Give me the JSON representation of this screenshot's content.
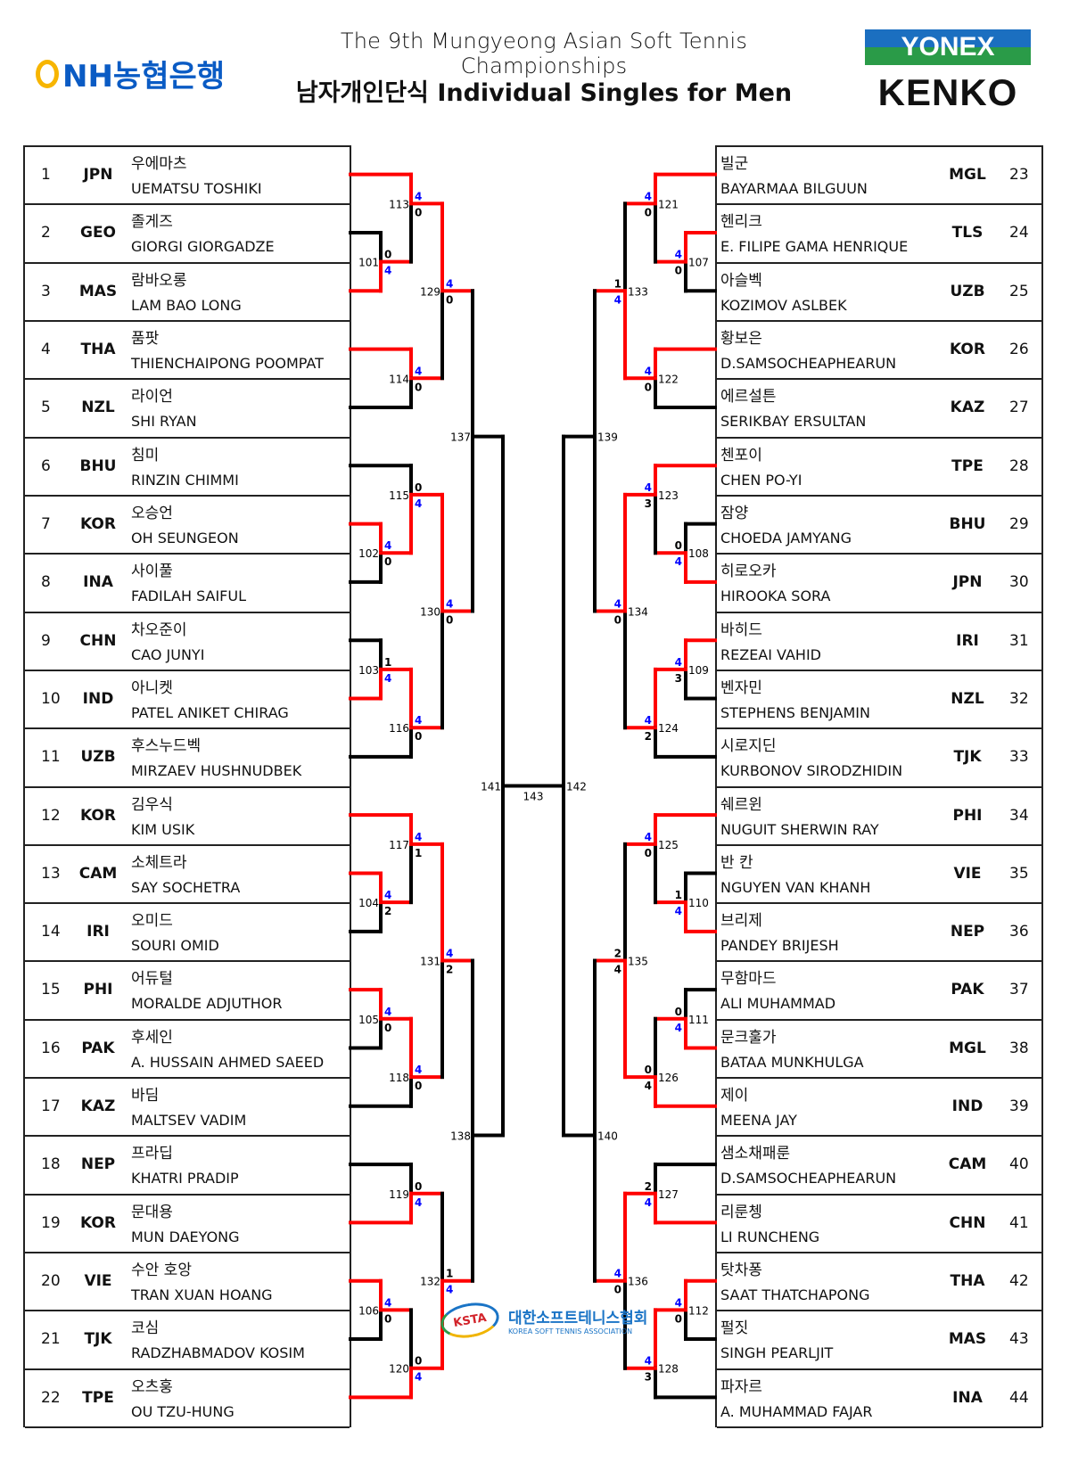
{
  "header": {
    "title_en": "The 9th Mungyeong Asian Soft Tennis Championships",
    "event_kr": "남자개인단식",
    "event_en": "Individual Singles for Men"
  },
  "sponsors": {
    "nh": "NH농협은행",
    "yonex": "YONEX",
    "kenko": "KENKO",
    "ksta_mark": "KSTA",
    "ksta_kr": "대한소프트테니스협회",
    "ksta_en": "KOREA SOFT TENNIS ASSOCIATION"
  },
  "colors": {
    "win_line": "#ff0000",
    "line": "#000000",
    "win_score": "#0000ff",
    "score": "#000000"
  },
  "players": [
    {
      "no": "1",
      "country": "JPN",
      "name_kr": "우에마츠",
      "name_en": "UEMATSU TOSHIKI"
    },
    {
      "no": "2",
      "country": "GEO",
      "name_kr": "졸게즈",
      "name_en": "GIORGI GIORGADZE"
    },
    {
      "no": "3",
      "country": "MAS",
      "name_kr": "람바오롱",
      "name_en": "LAM BAO LONG"
    },
    {
      "no": "4",
      "country": "THA",
      "name_kr": "품팟",
      "name_en": "THIENCHAIPONG POOMPAT"
    },
    {
      "no": "5",
      "country": "NZL",
      "name_kr": "라이언",
      "name_en": "SHI RYAN"
    },
    {
      "no": "6",
      "country": "BHU",
      "name_kr": "침미",
      "name_en": "RINZIN CHIMMI"
    },
    {
      "no": "7",
      "country": "KOR",
      "name_kr": "오승언",
      "name_en": "OH SEUNGEON"
    },
    {
      "no": "8",
      "country": "INA",
      "name_kr": "사이풀",
      "name_en": "FADILAH SAIFUL"
    },
    {
      "no": "9",
      "country": "CHN",
      "name_kr": "차오준이",
      "name_en": "CAO JUNYI"
    },
    {
      "no": "10",
      "country": "IND",
      "name_kr": "아니켓",
      "name_en": "PATEL ANIKET CHIRAG"
    },
    {
      "no": "11",
      "country": "UZB",
      "name_kr": "후스누드벡",
      "name_en": "MIRZAEV HUSHNUDBEK"
    },
    {
      "no": "12",
      "country": "KOR",
      "name_kr": "김우식",
      "name_en": "KIM USIK"
    },
    {
      "no": "13",
      "country": "CAM",
      "name_kr": "소체트라",
      "name_en": "SAY SOCHETRA"
    },
    {
      "no": "14",
      "country": "IRI",
      "name_kr": "오미드",
      "name_en": "SOURI OMID"
    },
    {
      "no": "15",
      "country": "PHI",
      "name_kr": "어듀털",
      "name_en": "MORALDE ADJUTHOR"
    },
    {
      "no": "16",
      "country": "PAK",
      "name_kr": "후세인",
      "name_en": "A. HUSSAIN AHMED SAEED"
    },
    {
      "no": "17",
      "country": "KAZ",
      "name_kr": "바딤",
      "name_en": "MALTSEV VADIM"
    },
    {
      "no": "18",
      "country": "NEP",
      "name_kr": "프라딥",
      "name_en": "KHATRI PRADIP"
    },
    {
      "no": "19",
      "country": "KOR",
      "name_kr": "문대용",
      "name_en": "MUN DAEYONG"
    },
    {
      "no": "20",
      "country": "VIE",
      "name_kr": "수안 호앙",
      "name_en": "TRAN XUAN HOANG"
    },
    {
      "no": "21",
      "country": "TJK",
      "name_kr": "코심",
      "name_en": "RADZHABMADOV KOSIM"
    },
    {
      "no": "22",
      "country": "TPE",
      "name_kr": "오츠훙",
      "name_en": "OU TZU-HUNG"
    },
    {
      "no": "23",
      "country": "MGL",
      "name_kr": "빌군",
      "name_en": "BAYARMAA BILGUUN"
    },
    {
      "no": "24",
      "country": "TLS",
      "name_kr": "헨리크",
      "name_en": "E. FILIPE GAMA HENRIQUE"
    },
    {
      "no": "25",
      "country": "UZB",
      "name_kr": "아슬벡",
      "name_en": "KOZIMOV ASLBEK"
    },
    {
      "no": "26",
      "country": "KOR",
      "name_kr": "황보은",
      "name_en": "D.SAMSOCHEAPHEARUN"
    },
    {
      "no": "27",
      "country": "KAZ",
      "name_kr": "에르설튼",
      "name_en": "SERIKBAY ERSULTAN"
    },
    {
      "no": "28",
      "country": "TPE",
      "name_kr": "첸포이",
      "name_en": "CHEN PO-YI"
    },
    {
      "no": "29",
      "country": "BHU",
      "name_kr": "잠양",
      "name_en": "CHOEDA JAMYANG"
    },
    {
      "no": "30",
      "country": "JPN",
      "name_kr": "히로오카",
      "name_en": "HIROOKA SORA"
    },
    {
      "no": "31",
      "country": "IRI",
      "name_kr": "바히드",
      "name_en": "REZEAI VAHID"
    },
    {
      "no": "32",
      "country": "NZL",
      "name_kr": "벤자민",
      "name_en": "STEPHENS BENJAMIN"
    },
    {
      "no": "33",
      "country": "TJK",
      "name_kr": "시로지딘",
      "name_en": "KURBONOV SIRODZHIDIN"
    },
    {
      "no": "34",
      "country": "PHI",
      "name_kr": "쉐르윈",
      "name_en": "NUGUIT SHERWIN RAY"
    },
    {
      "no": "35",
      "country": "VIE",
      "name_kr": "반 칸",
      "name_en": "NGUYEN VAN KHANH"
    },
    {
      "no": "36",
      "country": "NEP",
      "name_kr": "브리제",
      "name_en": "PANDEY BRIJESH"
    },
    {
      "no": "37",
      "country": "PAK",
      "name_kr": "무함마드",
      "name_en": "ALI MUHAMMAD"
    },
    {
      "no": "38",
      "country": "MGL",
      "name_kr": "문크훌가",
      "name_en": "BATAA MUNKHULGA"
    },
    {
      "no": "39",
      "country": "IND",
      "name_kr": "제이",
      "name_en": "MEENA JAY"
    },
    {
      "no": "40",
      "country": "CAM",
      "name_kr": "샘소채패룬",
      "name_en": "D.SAMSOCHEAPHEARUN"
    },
    {
      "no": "41",
      "country": "CHN",
      "name_kr": "리룬쳉",
      "name_en": "LI RUNCHENG"
    },
    {
      "no": "42",
      "country": "THA",
      "name_kr": "탓차퐁",
      "name_en": "SAAT THATCHAPONG"
    },
    {
      "no": "43",
      "country": "MAS",
      "name_kr": "펄짓",
      "name_en": "SINGH PEARLJIT"
    },
    {
      "no": "44",
      "country": "INA",
      "name_kr": "파자르",
      "name_en": "A. MUHAMMAD FAJAR"
    }
  ],
  "matches": [
    {
      "no": "101",
      "scores": [
        "0",
        "4"
      ],
      "winner": 1,
      "highlight": true
    },
    {
      "no": "113",
      "scores": [
        "4",
        "0"
      ],
      "winner": 0,
      "highlight": true
    },
    {
      "no": "114",
      "scores": [
        "4",
        "0"
      ],
      "winner": 0,
      "highlight": true
    },
    {
      "no": "129",
      "scores": [
        "4",
        "0"
      ],
      "winner": 0,
      "highlight": true
    },
    {
      "no": "102",
      "scores": [
        "4",
        "0"
      ],
      "winner": 0,
      "highlight": true
    },
    {
      "no": "115",
      "scores": [
        "0",
        "4"
      ],
      "winner": 1,
      "highlight": true
    },
    {
      "no": "103",
      "scores": [
        "1",
        "4"
      ],
      "winner": 1,
      "highlight": true
    },
    {
      "no": "116",
      "scores": [
        "4",
        "0"
      ],
      "winner": 0,
      "highlight": true
    },
    {
      "no": "130",
      "scores": [
        "4",
        "0"
      ],
      "winner": 0,
      "highlight": true
    },
    {
      "no": "137"
    },
    {
      "no": "104",
      "scores": [
        "4",
        "2"
      ],
      "winner": 0,
      "highlight": true
    },
    {
      "no": "117",
      "scores": [
        "4",
        "1"
      ],
      "winner": 0,
      "highlight": true
    },
    {
      "no": "105",
      "scores": [
        "4",
        "0"
      ],
      "winner": 0,
      "highlight": true
    },
    {
      "no": "118",
      "scores": [
        "4",
        "0"
      ],
      "winner": 0,
      "highlight": true
    },
    {
      "no": "131",
      "scores": [
        "4",
        "2"
      ],
      "winner": 0,
      "highlight": true
    },
    {
      "no": "119",
      "scores": [
        "0",
        "4"
      ],
      "winner": 1,
      "highlight": true
    },
    {
      "no": "106",
      "scores": [
        "4",
        "0"
      ],
      "winner": 0,
      "highlight": true
    },
    {
      "no": "120",
      "scores": [
        "0",
        "4"
      ],
      "winner": 1,
      "highlight": true
    },
    {
      "no": "132",
      "scores": [
        "1",
        "4"
      ],
      "winner": 1,
      "highlight": true
    },
    {
      "no": "138"
    },
    {
      "no": "141"
    },
    {
      "no": "107",
      "scores": [
        "4",
        "0"
      ],
      "winner": 0,
      "highlight": true
    },
    {
      "no": "121",
      "scores": [
        "4",
        "0"
      ],
      "winner": 0,
      "highlight": true
    },
    {
      "no": "122",
      "scores": [
        "4",
        "0"
      ],
      "winner": 0,
      "highlight": true
    },
    {
      "no": "133",
      "scores": [
        "1",
        "4"
      ],
      "winner": 1,
      "highlight": true
    },
    {
      "no": "108",
      "scores": [
        "0",
        "4"
      ],
      "winner": 1,
      "highlight": true
    },
    {
      "no": "123",
      "scores": [
        "4",
        "3"
      ],
      "winner": 0,
      "highlight": true
    },
    {
      "no": "109",
      "scores": [
        "4",
        "3"
      ],
      "winner": 0,
      "highlight": true
    },
    {
      "no": "124",
      "scores": [
        "4",
        "2"
      ],
      "winner": 0,
      "highlight": true
    },
    {
      "no": "134",
      "scores": [
        "4",
        "0"
      ],
      "winner": 0,
      "highlight": true
    },
    {
      "no": "139"
    },
    {
      "no": "110",
      "scores": [
        "1",
        "4"
      ],
      "winner": 1,
      "highlight": true
    },
    {
      "no": "125",
      "scores": [
        "4",
        "0"
      ],
      "winner": 0,
      "highlight": true
    },
    {
      "no": "111",
      "scores": [
        "0",
        "4"
      ],
      "winner": 1,
      "highlight": true
    },
    {
      "no": "126",
      "scores": [
        "0",
        "4"
      ],
      "winner": 1,
      "highlight": false
    },
    {
      "no": "135",
      "scores": [
        "2",
        "4"
      ],
      "winner": 1,
      "highlight": false
    },
    {
      "no": "127",
      "scores": [
        "2",
        "4"
      ],
      "winner": 1,
      "highlight": true
    },
    {
      "no": "112",
      "scores": [
        "4",
        "0"
      ],
      "winner": 0,
      "highlight": true
    },
    {
      "no": "128",
      "scores": [
        "4",
        "3"
      ],
      "winner": 0,
      "highlight": true
    },
    {
      "no": "136",
      "scores": [
        "4",
        "0"
      ],
      "winner": 0,
      "highlight": true
    },
    {
      "no": "140"
    },
    {
      "no": "142"
    }
  ],
  "final": {
    "no": "143"
  }
}
